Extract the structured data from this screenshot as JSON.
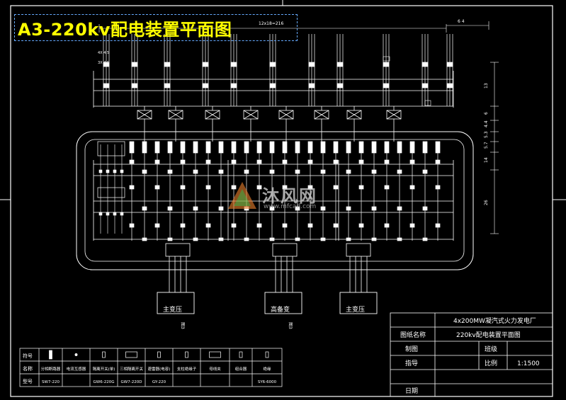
{
  "title": "A3-220kv配电装置平面图",
  "dimensions": {
    "top_span": "12x18=216",
    "right_top": "6  4",
    "right_vertical": [
      "13",
      "6",
      "4.4",
      "5.3",
      "5.7",
      "14",
      "26"
    ]
  },
  "left_labels": [
    "4X 4.5",
    "3X 4.5"
  ],
  "transformers": [
    {
      "label": "主变压"
    },
    {
      "label": "高备变"
    },
    {
      "label": "主变压"
    }
  ],
  "transformer_tag": "图3",
  "title_block": {
    "company": "4x200MW凝汽式火力发电厂",
    "drawing_name_label": "图纸名称",
    "drawing_name": "220kv配电装置平面图",
    "drawn_by_label": "制图",
    "grade_label": "班级",
    "checked_by_label": "指导",
    "scale_label": "比例",
    "scale": "1:1500",
    "date_label": "日期"
  },
  "legend": {
    "row_labels": [
      "符号",
      "名称",
      "型号"
    ],
    "names": [
      "分相断路器",
      "电流互感器",
      "隔离开关(单)",
      "三相隔离开关",
      "避雷器(电容)",
      "支柱绝缘子",
      "母线夹",
      "组合器",
      "绝缘"
    ],
    "models": [
      "SW7-220",
      "",
      "GW6-220G",
      "GW7-220D",
      "GY-220",
      "",
      "",
      "",
      "SY6-6000"
    ]
  },
  "watermark": {
    "text": "沐风网",
    "url": "www.mfcad.com"
  }
}
